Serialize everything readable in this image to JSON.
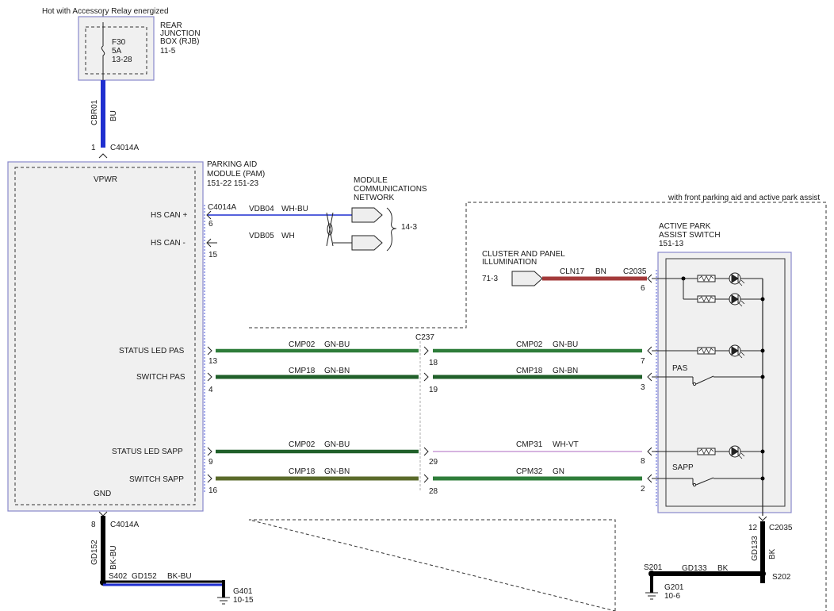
{
  "title_note": "Hot with Accessory Relay energized",
  "rjb": {
    "name_lines": [
      "REAR",
      "JUNCTION",
      "BOX (RJB)",
      "11-5"
    ],
    "fuse_lines": [
      "F30",
      "5A",
      "13-28"
    ]
  },
  "pam": {
    "name_lines": [
      "PARKING AID",
      "MODULE (PAM)",
      "151-22  151-23"
    ],
    "vpwr": "VPWR",
    "gnd": "GND",
    "pins": {
      "hs_can_plus": "HS CAN +",
      "hs_can_minus": "HS CAN -",
      "status_led_pas": "STATUS LED PAS",
      "switch_pas": "SWITCH PAS",
      "status_led_sapp": "STATUS LED SAPP",
      "switch_sapp": "SWITCH SAPP"
    }
  },
  "network": {
    "name_lines": [
      "MODULE",
      "COMMUNICATIONS",
      "NETWORK"
    ],
    "ref": "14-3"
  },
  "cluster": {
    "name_lines": [
      "CLUSTER AND PANEL",
      "ILLUMINATION"
    ],
    "ref": "71-3"
  },
  "apa": {
    "name_lines": [
      "ACTIVE PARK",
      "ASSIST SWITCH",
      "151-13"
    ],
    "pas": "PAS",
    "sapp": "SAPP"
  },
  "front_note": "with front parking aid and active park assist",
  "connectors": {
    "c4014a": "C4014A",
    "c237": "C237",
    "c2035": "C2035",
    "s402": "S402",
    "s201": "S201",
    "s202": "S202",
    "g401": "G401",
    "g401_ref": "10-15",
    "g201": "G201",
    "g201_ref": "10-6"
  },
  "pins": {
    "p1": "1",
    "p8": "8",
    "p6": "6",
    "p15": "15",
    "p13": "13",
    "p4": "4",
    "p9": "9",
    "p16": "16",
    "c237_18": "18",
    "c237_19": "19",
    "c237_29": "29",
    "c237_28": "28",
    "apa_6": "6",
    "apa_7": "7",
    "apa_3": "3",
    "apa_8": "8",
    "apa_2": "2",
    "apa_12": "12"
  },
  "wires": {
    "cbr01": {
      "circuit": "CBR01",
      "color": "BU"
    },
    "vdb04": {
      "circuit": "VDB04",
      "color": "WH-BU"
    },
    "vdb05": {
      "circuit": "VDB05",
      "color": "WH"
    },
    "cln17": {
      "circuit": "CLN17",
      "color": "BN"
    },
    "cmp02_a": {
      "circuit": "CMP02",
      "color": "GN-BU"
    },
    "cmp02_b": {
      "circuit": "CMP02",
      "color": "GN-BU"
    },
    "cmp18_a": {
      "circuit": "CMP18",
      "color": "GN-BN"
    },
    "cmp18_b": {
      "circuit": "CMP18",
      "color": "GN-BN"
    },
    "cmp02_c": {
      "circuit": "CMP02",
      "color": "GN-BU"
    },
    "cmp31": {
      "circuit": "CMP31",
      "color": "WH-VT"
    },
    "cmp18_c": {
      "circuit": "CMP18",
      "color": "GN-BN"
    },
    "cpm32": {
      "circuit": "CPM32",
      "color": "GN"
    },
    "gd152_v": {
      "circuit": "GD152",
      "color": "BK-BU"
    },
    "gd152_h": {
      "circuit": "GD152",
      "color": "BK-BU"
    },
    "gd133_v": {
      "circuit": "GD133",
      "color": "BK"
    },
    "gd133_h": {
      "circuit": "GD133",
      "color": "BK"
    }
  },
  "colors": {
    "blue": "#1f2fd0",
    "brown": "#a33a3a",
    "green": "#2e7d3a",
    "green_dark": "#20602a",
    "violet": "#c89ad6",
    "black": "#000000"
  }
}
